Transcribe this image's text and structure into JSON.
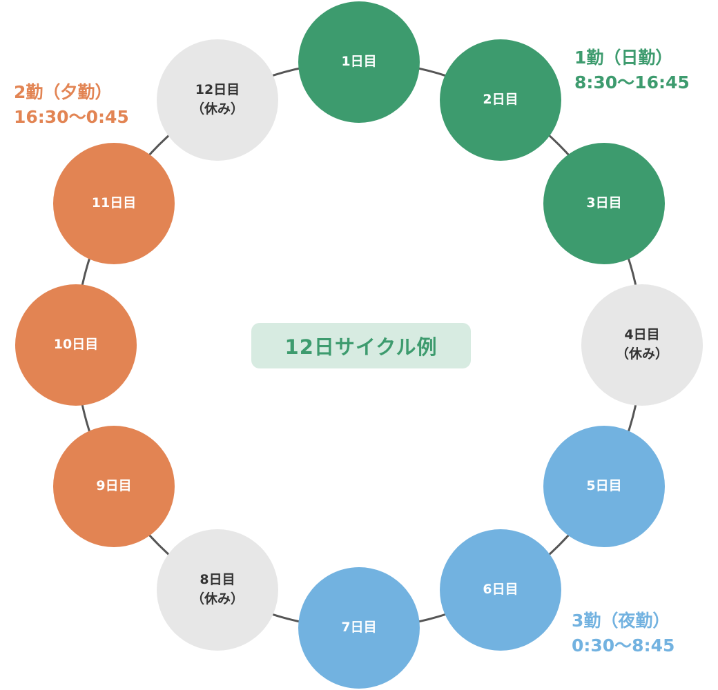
{
  "center_title": "12日サイクル例",
  "colors": {
    "day_shift": "#3d9b6e",
    "evening_shift": "#e28453",
    "night_shift": "#72b2e0",
    "rest": "#e7e7e7",
    "connector": "#555555",
    "center_bg": "#d7ebe1"
  },
  "days": [
    {
      "label": "1日目",
      "sub": "",
      "shift": "day"
    },
    {
      "label": "2日目",
      "sub": "",
      "shift": "day"
    },
    {
      "label": "3日目",
      "sub": "",
      "shift": "day"
    },
    {
      "label": "4日目",
      "sub": "（休み）",
      "shift": "rest"
    },
    {
      "label": "5日目",
      "sub": "",
      "shift": "night"
    },
    {
      "label": "6日目",
      "sub": "",
      "shift": "night"
    },
    {
      "label": "7日目",
      "sub": "",
      "shift": "night"
    },
    {
      "label": "8日目",
      "sub": "（休み）",
      "shift": "rest"
    },
    {
      "label": "9日目",
      "sub": "",
      "shift": "evening"
    },
    {
      "label": "10日目",
      "sub": "",
      "shift": "evening"
    },
    {
      "label": "11日目",
      "sub": "",
      "shift": "evening"
    },
    {
      "label": "12日目",
      "sub": "（休み）",
      "shift": "rest"
    }
  ],
  "shifts": {
    "day": {
      "name": "1勤（日勤）",
      "time": "8:30〜16:45"
    },
    "evening": {
      "name": "2勤（夕勤）",
      "time": "16:30〜0:45"
    },
    "night": {
      "name": "3勤（夜勤）",
      "time": "0:30〜8:45"
    }
  }
}
